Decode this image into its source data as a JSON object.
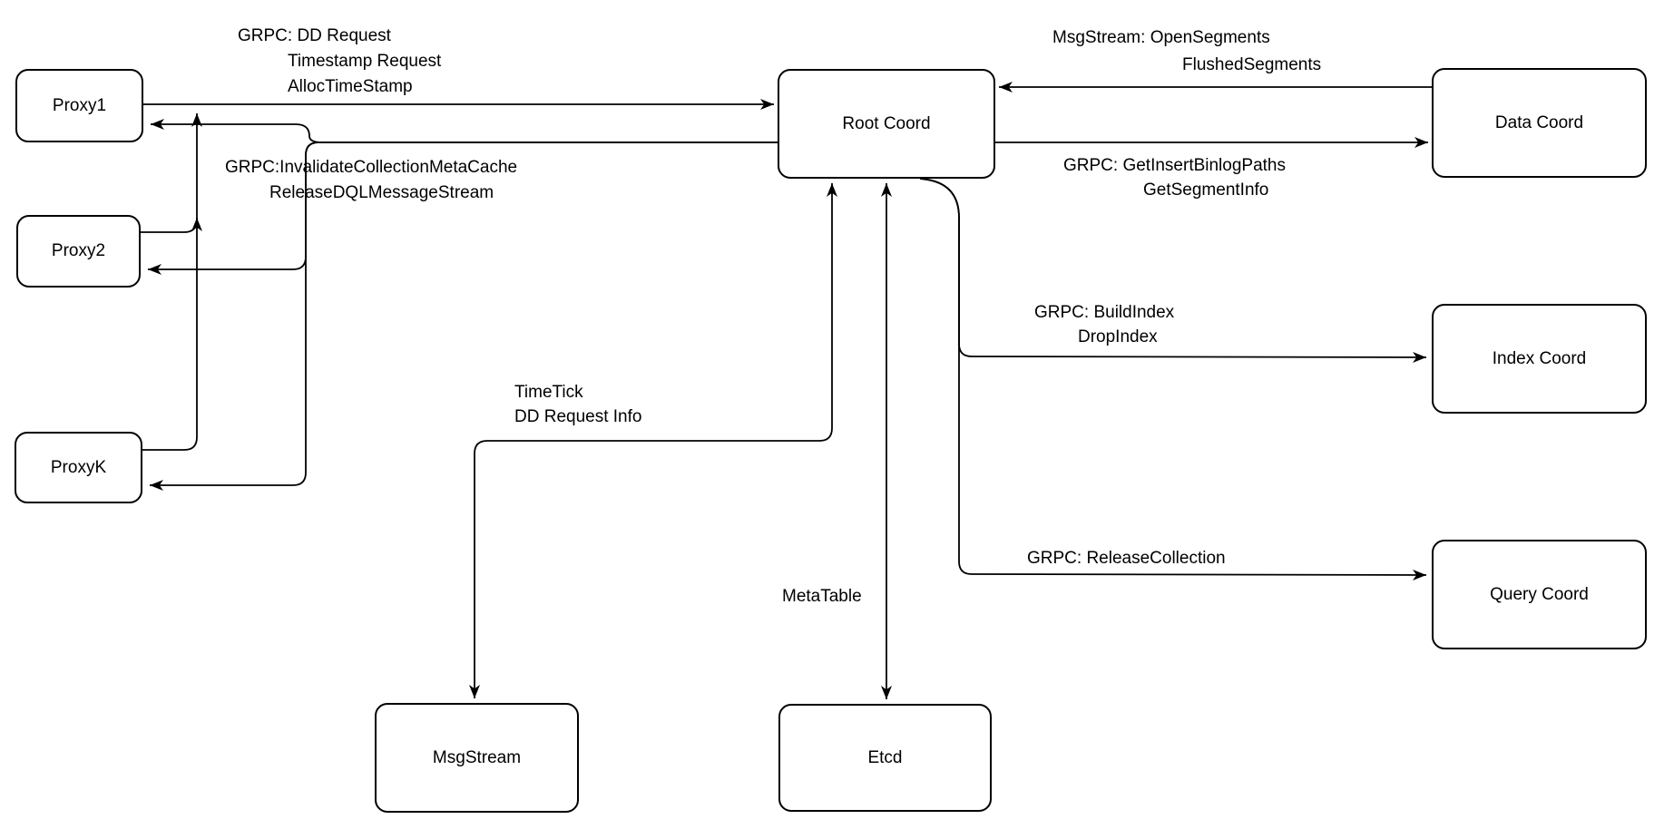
{
  "diagram_title": "Root Coord interactions diagram",
  "accent_color": "#000000",
  "background_color": "#ffffff",
  "nodes": {
    "proxy1": {
      "label": "Proxy1"
    },
    "proxy2": {
      "label": "Proxy2"
    },
    "proxyk": {
      "label": "ProxyK"
    },
    "root": {
      "label": "Root Coord"
    },
    "data": {
      "label": "Data Coord"
    },
    "index": {
      "label": "Index Coord"
    },
    "query": {
      "label": "Query Coord"
    },
    "msgstream": {
      "label": "MsgStream"
    },
    "etcd": {
      "label": "Etcd"
    }
  },
  "labels": {
    "dd_request": {
      "lines": [
        "GRPC: DD Request",
        "Timestamp Request",
        "AllocTimeStamp"
      ]
    },
    "invalidate": {
      "lines": [
        "GRPC:InvalidateCollectionMetaCache",
        "ReleaseDQLMessageStream"
      ]
    },
    "open_segments": {
      "lines": [
        "MsgStream: OpenSegments",
        "FlushedSegments"
      ]
    },
    "binlog": {
      "lines": [
        "GRPC: GetInsertBinlogPaths",
        "GetSegmentInfo"
      ]
    },
    "build_index": {
      "lines": [
        "GRPC: BuildIndex",
        "DropIndex"
      ]
    },
    "release_collection": {
      "lines": [
        "GRPC: ReleaseCollection"
      ]
    },
    "timetick": {
      "lines": [
        "TimeTick",
        "DD Request Info"
      ]
    },
    "metatable": {
      "lines": [
        "MetaTable"
      ]
    }
  },
  "edges": [
    {
      "from": "Proxy1",
      "to": "Root Coord",
      "label": "GRPC: DD Request / Timestamp Request / AllocTimeStamp"
    },
    {
      "from": "Proxy2",
      "to": "Root Coord"
    },
    {
      "from": "ProxyK",
      "to": "Root Coord"
    },
    {
      "from": "Root Coord",
      "to": "Proxy1 / Proxy2 / ProxyK",
      "label": "GRPC:InvalidateCollectionMetaCache / ReleaseDQLMessageStream"
    },
    {
      "from": "Data Coord",
      "to": "Root Coord",
      "label": "MsgStream: OpenSegments / FlushedSegments"
    },
    {
      "from": "Root Coord",
      "to": "Data Coord",
      "label": "GRPC: GetInsertBinlogPaths / GetSegmentInfo"
    },
    {
      "from": "Root Coord",
      "to": "Index Coord",
      "label": "GRPC: BuildIndex / DropIndex"
    },
    {
      "from": "Root Coord",
      "to": "Query Coord",
      "label": "GRPC: ReleaseCollection"
    },
    {
      "from": "Root Coord",
      "to": "MsgStream",
      "label": "TimeTick / DD Request Info",
      "bidirectional": true
    },
    {
      "from": "Root Coord",
      "to": "Etcd",
      "label": "MetaTable",
      "bidirectional": true
    }
  ]
}
